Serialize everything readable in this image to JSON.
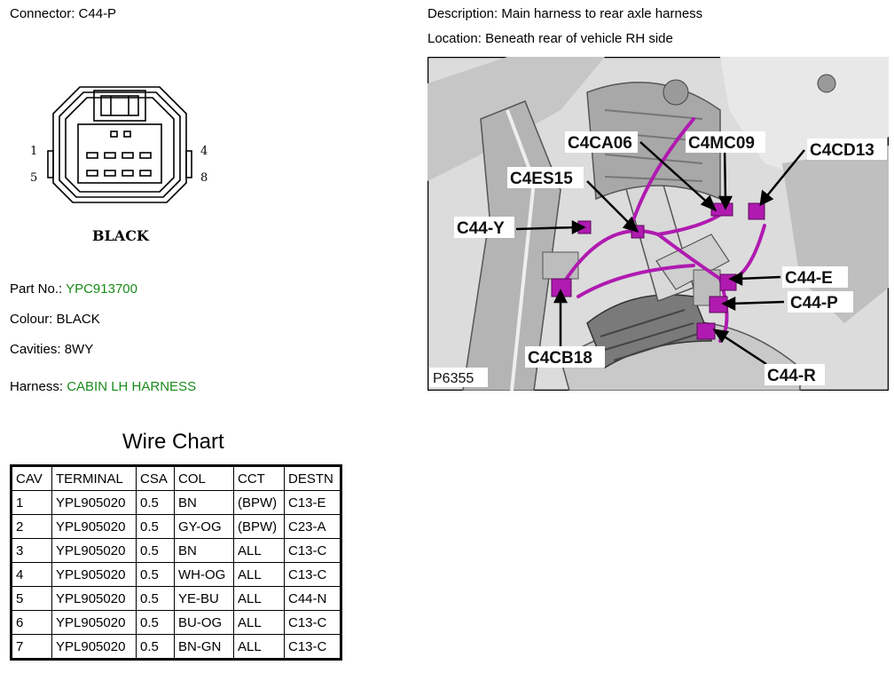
{
  "header": {
    "connector_label": "Connector:",
    "connector_value": "C44-P",
    "description_label": "Description:",
    "description_value": "Main harness to rear axle harness",
    "location_label": "Location:",
    "location_value": "Beneath rear of vehicle RH side"
  },
  "diagram": {
    "pin_labels": [
      "1",
      "4",
      "5",
      "8"
    ],
    "colour_text": "BLACK"
  },
  "info": {
    "part_no_label": "Part No.:",
    "part_no_value": "YPC913700",
    "colour_label": "Colour:",
    "colour_value": "BLACK",
    "cavities_label": "Cavities:",
    "cavities_value": "8WY",
    "harness_label": "Harness:",
    "harness_value": "CABIN LH HARNESS",
    "highlight_color": "#1a8a1a"
  },
  "photo": {
    "callouts": [
      "C4CA06",
      "C4MC09",
      "C4CD13",
      "C4ES15",
      "C44-Y",
      "C44-E",
      "C44-P",
      "C4CB18",
      "C44-R"
    ],
    "photo_id": "P6355",
    "harness_color": "#b01ab0"
  },
  "wire_chart": {
    "title": "Wire Chart",
    "headers": [
      "CAV",
      "TERMINAL",
      "CSA",
      "COL",
      "CCT",
      "DESTN"
    ],
    "rows": [
      [
        "1",
        "YPL905020",
        "0.5",
        "BN",
        "(BPW)",
        "C13-E"
      ],
      [
        "2",
        "YPL905020",
        "0.5",
        "GY-OG",
        "(BPW)",
        "C23-A"
      ],
      [
        "3",
        "YPL905020",
        "0.5",
        "BN",
        "ALL",
        "C13-C"
      ],
      [
        "4",
        "YPL905020",
        "0.5",
        "WH-OG",
        "ALL",
        "C13-C"
      ],
      [
        "5",
        "YPL905020",
        "0.5",
        "YE-BU",
        "ALL",
        "C44-N"
      ],
      [
        "6",
        "YPL905020",
        "0.5",
        "BU-OG",
        "ALL",
        "C13-C"
      ],
      [
        "7",
        "YPL905020",
        "0.5",
        "BN-GN",
        "ALL",
        "C13-C"
      ]
    ]
  }
}
